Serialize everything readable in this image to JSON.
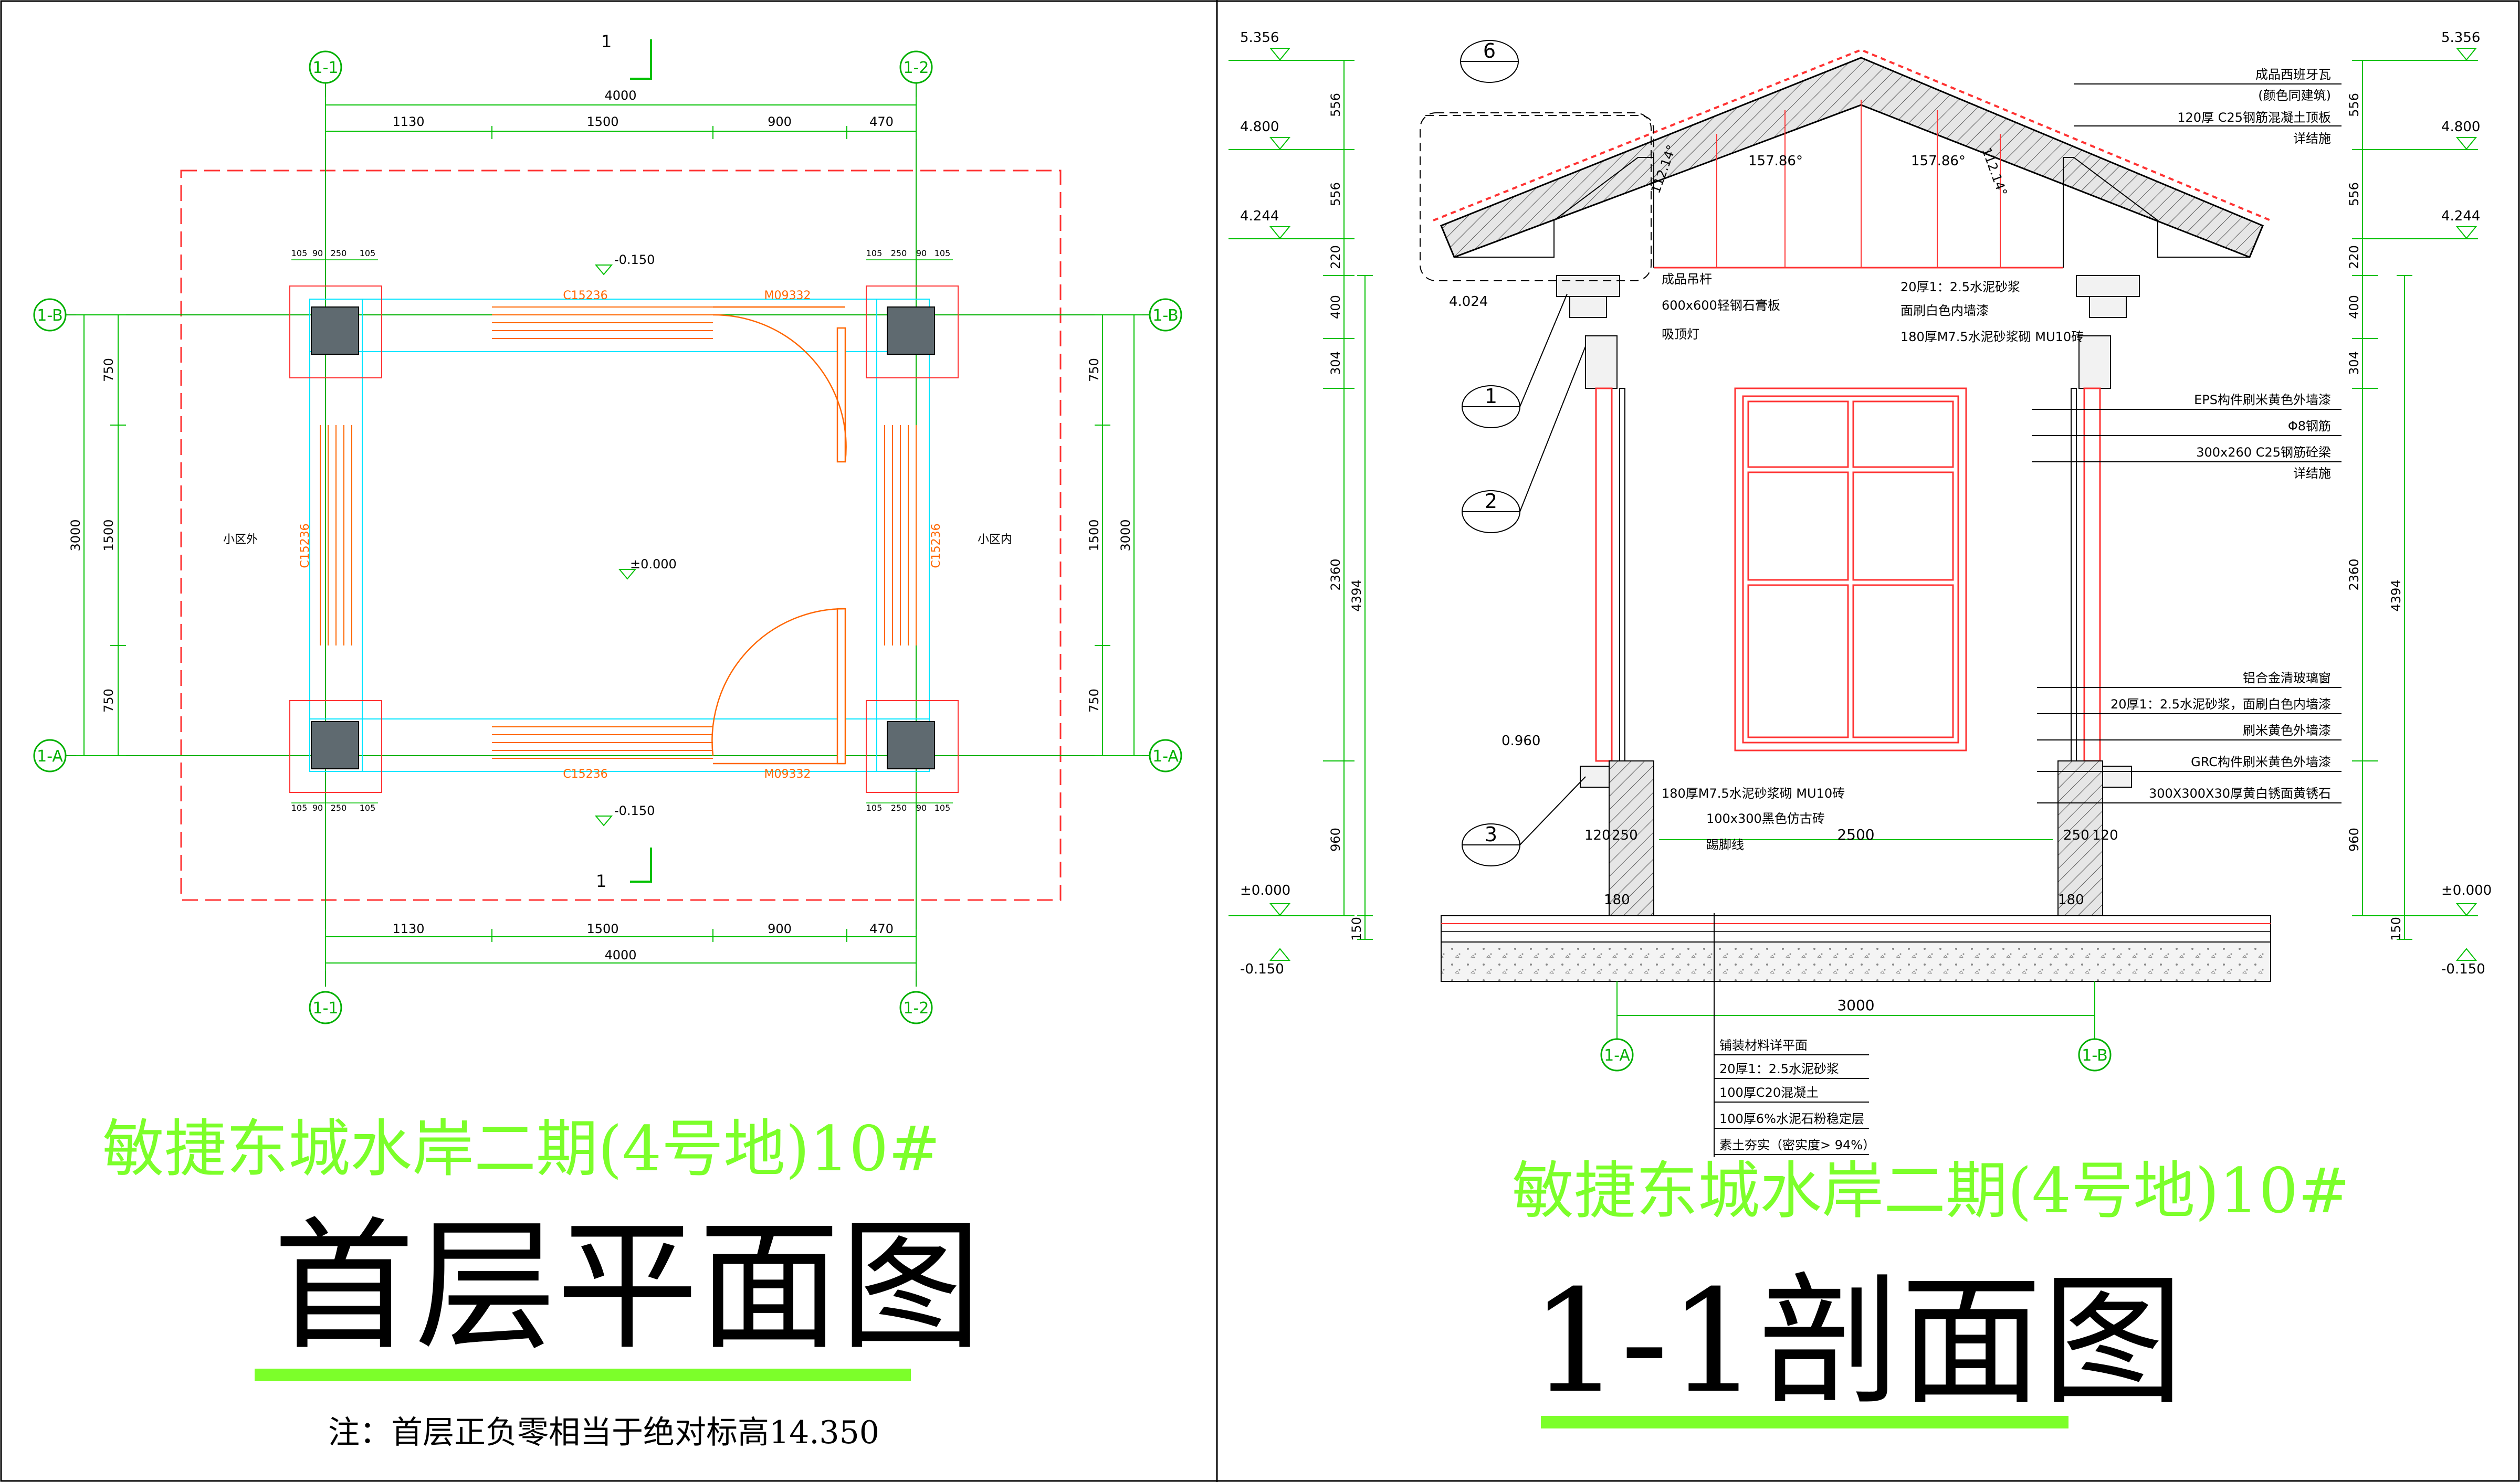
{
  "colors": {
    "dimension": "#00c000",
    "axis": "#00b000",
    "wall": "#ff3333",
    "window": "#ff6600",
    "column_line": "#00e5ff",
    "title_green": "#7cff2a",
    "black": "#000000",
    "section_fill": "#d8d8d8"
  },
  "plan": {
    "axes": {
      "x1": "1-1",
      "x2": "1-2",
      "yA": "1-A",
      "yB": "1-B"
    },
    "section_mark": "1",
    "dims_top": {
      "total": "4000",
      "segments": [
        "1130",
        "1500",
        "900",
        "470"
      ]
    },
    "dims_bottom": {
      "total": "4000",
      "segments": [
        "1130",
        "1500",
        "900",
        "470"
      ]
    },
    "dims_left": {
      "total": "3000",
      "segments": [
        "750",
        "1500",
        "750"
      ]
    },
    "dims_right": {
      "total": "3000",
      "segments": [
        "750",
        "1500",
        "750"
      ]
    },
    "column_dims": [
      "105",
      "90",
      "250",
      "105"
    ],
    "window_top": "C15236",
    "door_top": "M09332",
    "window_bottom": "C15236",
    "door_bottom": "M09332",
    "window_left": "C15236",
    "window_right": "C15236",
    "level_top": "-0.150",
    "level_center": "±0.000",
    "level_bottom": "-0.150",
    "label_outside": "小区外",
    "label_inside": "小区内",
    "project_title": "敏捷东城水岸二期(4号地)10#",
    "drawing_title": "首层平面图",
    "note": "注：首层正负零相当于绝对标高14.350"
  },
  "section": {
    "levels_left": [
      "5.356",
      "4.800",
      "4.244",
      "±0.000",
      "-0.150"
    ],
    "levels_right": [
      "5.356",
      "4.800",
      "4.244",
      "±0.000",
      "-0.150"
    ],
    "level_eave": "4.024",
    "level_sill": "0.960",
    "dims_left_inner": [
      "556",
      "556",
      "220",
      "400",
      "304",
      "2360",
      "960"
    ],
    "dims_left_outer": [
      "4394",
      "150"
    ],
    "dims_right_inner": [
      "556",
      "556",
      "220",
      "400",
      "304",
      "2360",
      "960"
    ],
    "dims_right_outer": [
      "4394",
      "150"
    ],
    "roof_angle_left": "157.86°",
    "roof_angle_right": "157.86°",
    "eave_angle": "112.14°",
    "callouts": [
      "6",
      "1",
      "2",
      "3"
    ],
    "axes": {
      "left": "1-A",
      "right": "1-B"
    },
    "span": "3000",
    "inner_width": "2500",
    "wall_dims": [
      "120",
      "250",
      "180",
      "180",
      "250",
      "120"
    ],
    "notes_right": [
      "成品西班牙瓦",
      "(颜色同建筑)",
      "120厚 C25钢筋混凝土顶板",
      "详结施",
      "EPS构件刷米黄色外墙漆",
      "Φ8钢筋",
      "300x260 C25钢筋砼梁",
      "详结施",
      "铝合金清玻璃窗",
      "20厚1：2.5水泥砂浆，面刷白色内墙漆",
      "刷米黄色外墙漆",
      "GRC构件刷米黄色外墙漆",
      "300X300X30厚黄白锈面黄锈石"
    ],
    "notes_center": [
      "成品吊杆",
      "600x600轻钢石膏板",
      "吸顶灯",
      "20厚1：2.5水泥砂浆",
      "面刷白色内墙漆",
      "180厚M7.5水泥砂浆砌    MU10砖"
    ],
    "notes_lower": [
      "180厚M7.5水泥砂浆砌    MU10砖",
      "100x300黑色仿古砖",
      "踢脚线"
    ],
    "floor_notes": [
      "铺装材料详平面",
      "20厚1：2.5水泥砂浆",
      "100厚C20混凝土",
      "100厚6%水泥石粉稳定层",
      "素土夯实（密实度>    94%）"
    ],
    "project_title": "敏捷东城水岸二期(4号地)10#",
    "drawing_title": "1-1剖面图"
  }
}
